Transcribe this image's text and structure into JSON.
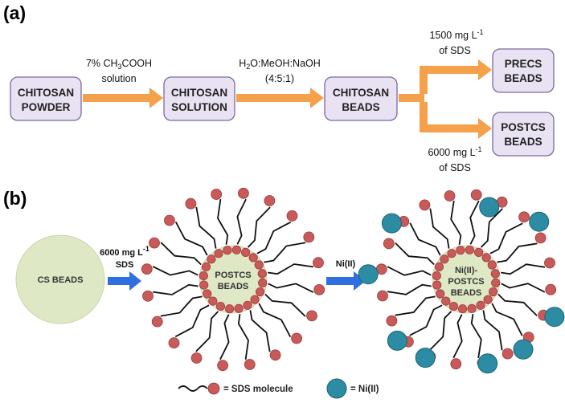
{
  "panel_a": {
    "label": "(a)",
    "boxes": {
      "powder": [
        "CHITOSAN",
        "POWDER"
      ],
      "solution": [
        "CHITOSAN",
        "SOLUTION"
      ],
      "beads": [
        "CHITOSAN",
        "BEADS"
      ],
      "precs": [
        "PRECS",
        "BEADS"
      ],
      "postcs": [
        "POSTCS",
        "BEADS"
      ]
    },
    "step1": {
      "line1_pre": "7% CH",
      "line1_sub1": "3",
      "line1_mid": "COOH",
      "line2": "solution"
    },
    "step2": {
      "line1_pre": "H",
      "line1_sub1": "2",
      "line1_post": "O:MeOH:NaOH",
      "line2": "(4:5:1)"
    },
    "upper": {
      "line1": "1500 mg L",
      "sup": "-1",
      "line2": "of SDS"
    },
    "lower": {
      "line1": "6000 mg L",
      "sup": "-1",
      "line2": "of SDS"
    }
  },
  "panel_b": {
    "label": "(b)",
    "cs_beads": "CS BEADS",
    "step1": {
      "line1": "6000 mg L",
      "sup": "-1",
      "line2": "SDS"
    },
    "postcs": [
      "POSTCS",
      "BEADS"
    ],
    "step2": "Ni(II)",
    "ni_postcs": [
      "Ni(II)-",
      "POSTCS",
      "BEADS"
    ],
    "legend": {
      "sds": "= SDS molecule",
      "ni": "= Ni(II)"
    }
  },
  "colors": {
    "box_fill": "#e8e2f2",
    "box_stroke": "#7d6a9e",
    "flow_arrow": "#f5a04a",
    "process_arrow": "#2f6fe0",
    "bead_fill": "#dfe8c5",
    "sds_head": "#c85a5a",
    "ni_ion": "#2b8ca4"
  }
}
